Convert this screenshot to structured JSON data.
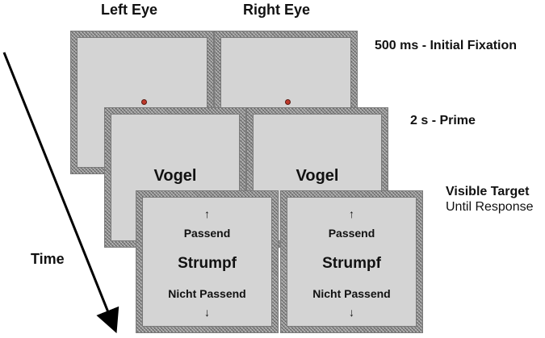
{
  "headers": {
    "left_eye": "Left Eye",
    "right_eye": "Right Eye"
  },
  "phases": {
    "initial": "500 ms - Initial Fixation",
    "prime": "2 s - Prime",
    "target_title": "Visible Target",
    "target_sub": "Until Response"
  },
  "prime_word": "Vogel",
  "target": {
    "up_arrow": "↑",
    "match_label": "Passend",
    "word": "Strumpf",
    "nonmatch_label": "Nicht Passend",
    "down_arrow": "↓"
  },
  "time_label": "Time",
  "colors": {
    "frame_noise": "#9c9c9c",
    "screen": "#d4d4d4",
    "fixation": "#c0392b"
  }
}
